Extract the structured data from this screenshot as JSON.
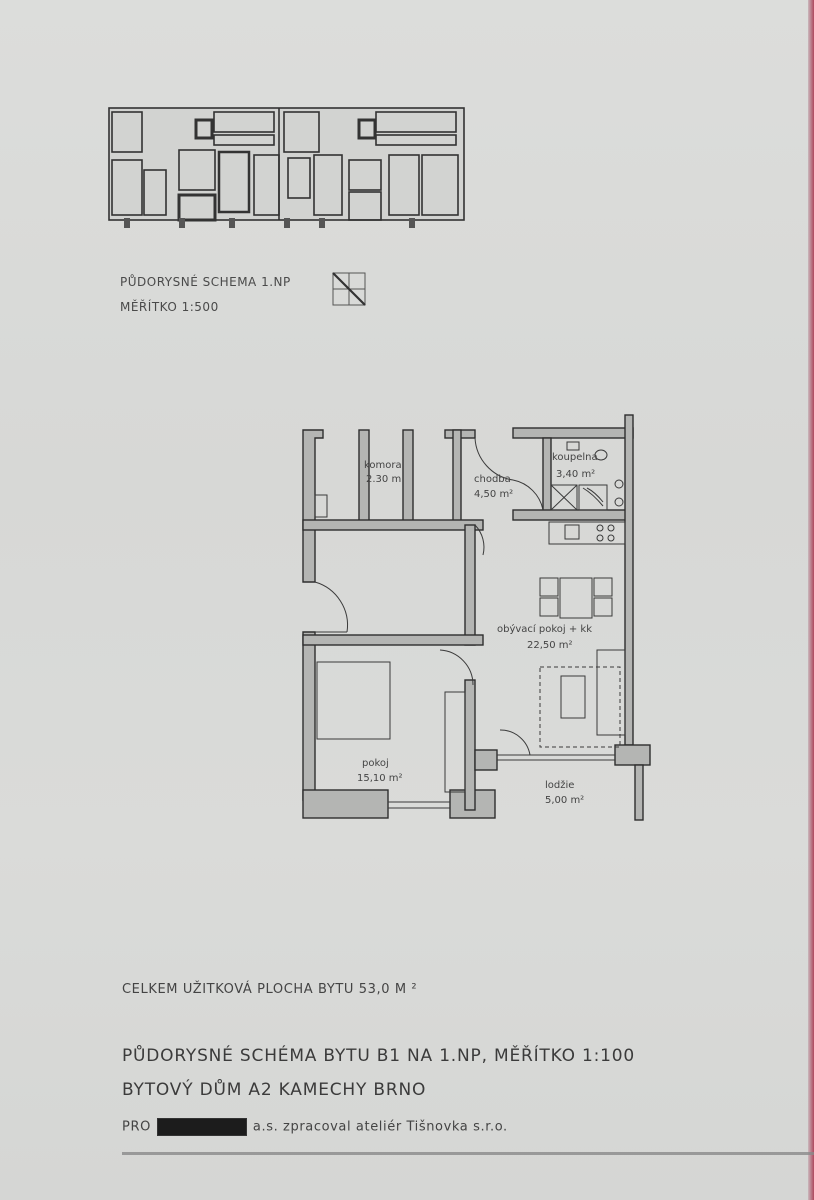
{
  "overview_plan": {
    "title": "PŮDORYSNÉ SCHEMA 1.NP",
    "scale": "MĚŘÍTKO 1:500"
  },
  "apartment_plan": {
    "rooms": [
      {
        "id": "komora",
        "name": "komora",
        "area": "2.30 m"
      },
      {
        "id": "chodba",
        "name": "chodba",
        "area": "4,50 m²"
      },
      {
        "id": "koupelna",
        "name": "koupelna",
        "area": "3,40 m²"
      },
      {
        "id": "obyvaci",
        "name": "obývací pokoj + kk",
        "area": "22,50 m²"
      },
      {
        "id": "pokoj",
        "name": "pokoj",
        "area": "15,10 m²"
      },
      {
        "id": "lodzie",
        "name": "lodžie",
        "area": "5,00 m²"
      }
    ]
  },
  "summary": {
    "total_area": "CELKEM UŽITKOVÁ PLOCHA BYTU 53,0 M ²"
  },
  "title_block": {
    "line1": "PŮDORYSNÉ SCHÉMA BYTU B1 NA 1.NP, MĚŘÍTKO 1:100",
    "line2": "BYTOVÝ DŮM A2 KAMECHY BRNO",
    "line3_prefix": "PRO",
    "line3_suffix": "a.s. zpracoval ateliér Tišnovka s.r.o."
  },
  "colors": {
    "paper": "#d9dad8",
    "wall_fill": "#b4b5b3",
    "ink": "#3a3a3a",
    "edge": "#b0485e"
  }
}
